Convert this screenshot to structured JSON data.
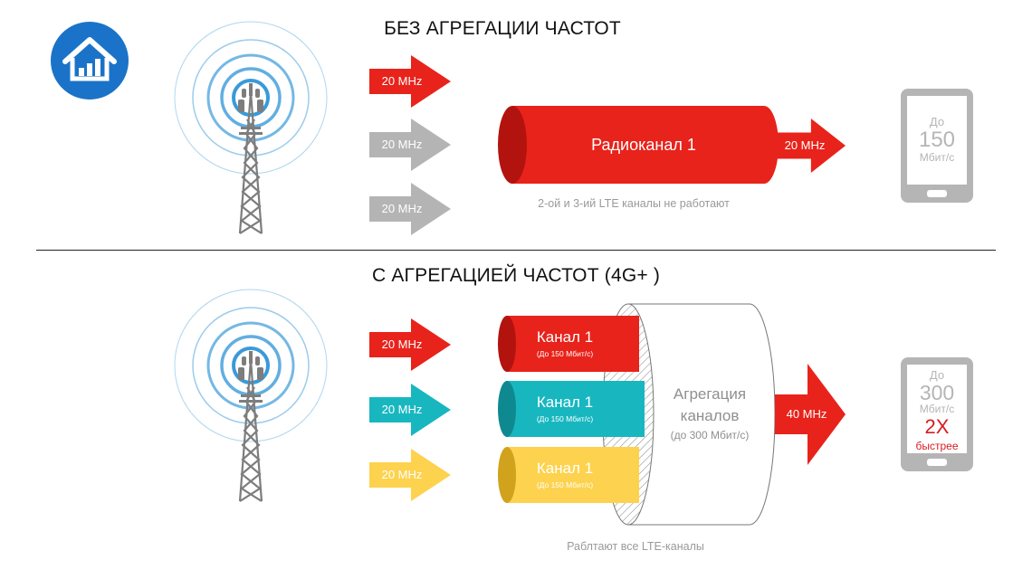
{
  "logo": {
    "icon": "house-bars-icon",
    "color": "#1a73c8"
  },
  "top": {
    "title": "БЕЗ АГРЕГАЦИИ ЧАСТОТ",
    "arrows": [
      {
        "label": "20 MHz",
        "color": "#e8231b"
      },
      {
        "label": "20 MHz",
        "color": "#b4b4b4"
      },
      {
        "label": "20 MHz",
        "color": "#b4b4b4"
      }
    ],
    "channel_label": "Радиоканал 1",
    "output_label": "20 MHz",
    "caption": "2-ой и 3-ий LTE каналы не работают",
    "device": {
      "prefix": "До",
      "speed": "150",
      "unit": "Мбит/с"
    }
  },
  "bottom": {
    "title": "С АГРЕГАЦИЕЙ ЧАСТОТ (4G+ )",
    "arrows": [
      {
        "label": "20 MHz",
        "color": "#e8231b"
      },
      {
        "label": "20 MHz",
        "color": "#18b7c0"
      },
      {
        "label": "20 MHz",
        "color": "#fdd24e"
      }
    ],
    "channels": [
      {
        "title": "Канал 1",
        "subtitle": "(До 150 Мбит/с)",
        "color": "#e8231b"
      },
      {
        "title": "Канал 1",
        "subtitle": "(До 150 Мбит/с)",
        "color": "#18b7c0"
      },
      {
        "title": "Канал 1",
        "subtitle": "(До 150 Мбит/с)",
        "color": "#fdd24e"
      }
    ],
    "aggregation": {
      "line1": "Агрегация",
      "line2": "каналов",
      "note": "(до 300 Мбит/с)"
    },
    "output_label": "40 MHz",
    "caption": "Раблтают все LTE-каналы",
    "device": {
      "prefix": "До",
      "speed": "300",
      "unit": "Мбит/с",
      "multiplier": "2X",
      "faster": "быстрее"
    }
  },
  "colors": {
    "red": "#e8231b",
    "gray": "#b4b4b4",
    "teal": "#18b7c0",
    "yellow": "#fdd24e",
    "tower": "#7d7d7d",
    "waves": "#3a9ad9"
  }
}
